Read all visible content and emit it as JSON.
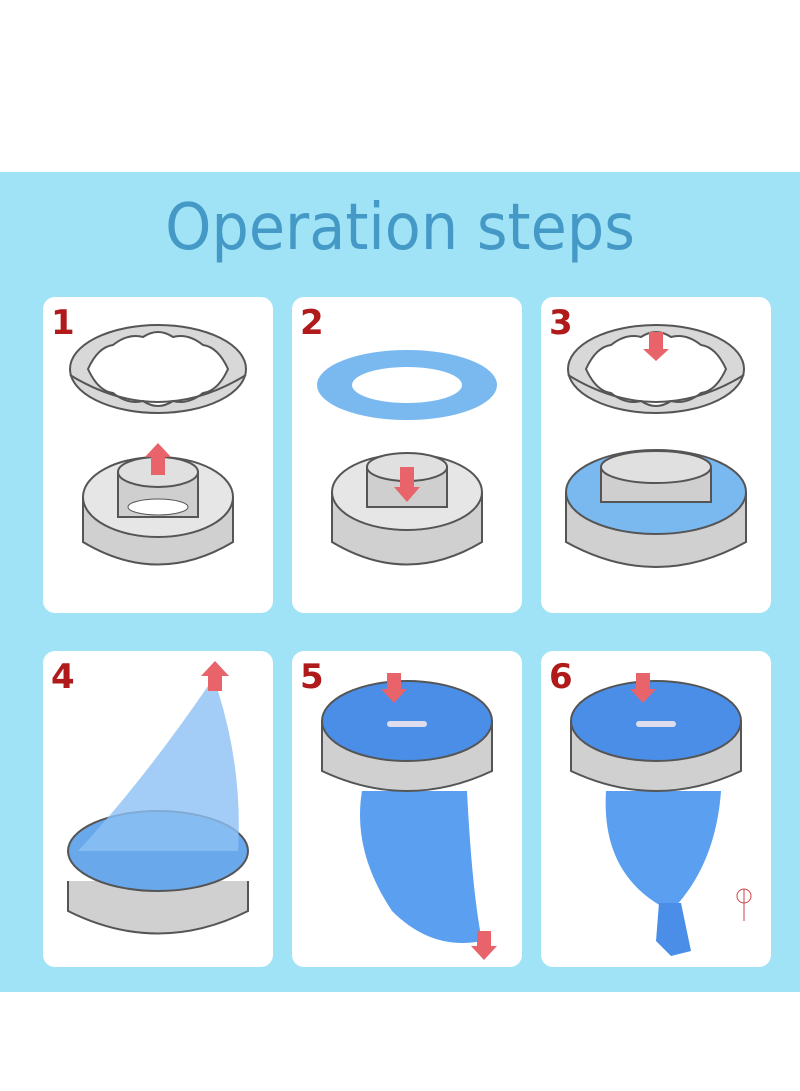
{
  "title": "Operation steps",
  "colors": {
    "band": "#a0e3f6",
    "title": "#4499c6",
    "step_number": "#b01a1a",
    "arrow": "#e8636a",
    "bag_blue": "#5a9ff0",
    "metal_gray": "#c8c8c8"
  },
  "steps": [
    {
      "number": "1",
      "description": "Lift lid ring off base",
      "icon": "lid-and-base-arrow-up"
    },
    {
      "number": "2",
      "description": "Place bag ring into base",
      "icon": "blue-ring-arrow-down"
    },
    {
      "number": "3",
      "description": "Press lid onto base with ring",
      "icon": "lid-over-base-with-blue-ring"
    },
    {
      "number": "4",
      "description": "Pull bag upward through ring",
      "icon": "bag-pulled-up"
    },
    {
      "number": "5",
      "description": "Press lid and pull bag down",
      "icon": "bag-pulled-down"
    },
    {
      "number": "6",
      "description": "Tie knot at bag end",
      "icon": "bag-knotted"
    }
  ]
}
